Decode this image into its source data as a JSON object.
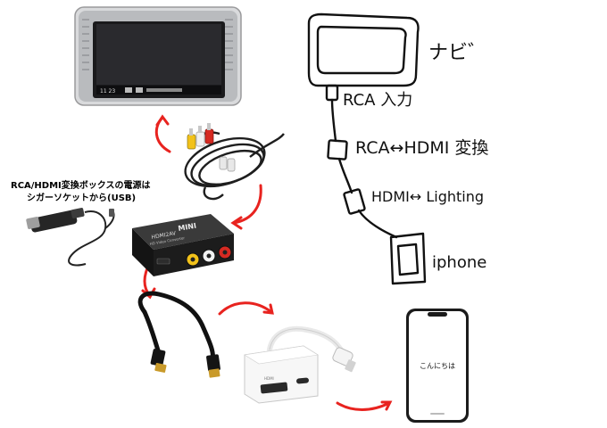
{
  "photos": {
    "navi_screen_clock": "11 23",
    "power_note": [
      "RCA/HDMI変換ボックスの電源は",
      "シガーソケットから(USB)"
    ],
    "converter_brand": "MINI",
    "converter_label": "HDMI2AV",
    "converter_sub": "HD Video Converter",
    "adapter_port_label": "HDMI",
    "phone_greeting": "こんにちは"
  },
  "sketch": {
    "navi_label": "ナビ゛",
    "rca_in_label": "RCA 入力",
    "rca_hdmi_label": "RCA↔HDMI 変換",
    "hdmi_lightning_label": "HDMI↔ Lighting",
    "iphone_label": "iphone"
  },
  "colors": {
    "arrow": "#e8231f",
    "ink": "#111111",
    "converter_body": "#1c1c1c",
    "rca_red": "#d62a22",
    "rca_white": "#f1f1f1",
    "rca_yellow": "#f2c21a"
  }
}
